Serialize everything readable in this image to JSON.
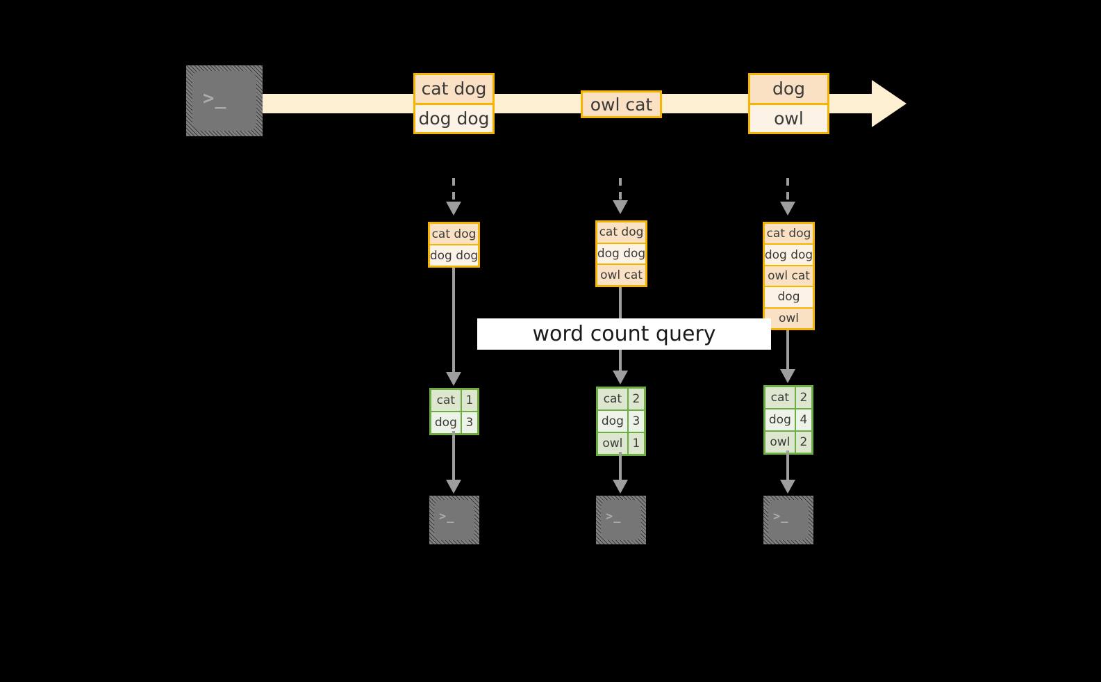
{
  "diagram": {
    "title": "word count query over a record stream",
    "colors": {
      "background": "#000000",
      "stream_fill": "#FDEFD1",
      "record_border": "#F5B400",
      "record_fill_a": "#FBE1C4",
      "record_fill_b": "#FDF2E6",
      "result_border": "#6DAE44",
      "result_fill_a": "#DDE7D0",
      "result_fill_b": "#EEF3E9",
      "arrow": "#9E9E9E",
      "terminal_body": "#767676",
      "label_background": "#FFFFFF",
      "text": "#3A3A3A"
    }
  },
  "source": {
    "icon": "terminal-icon",
    "glyph": ">_"
  },
  "stream": {
    "records": [
      {
        "id": "record-group-1",
        "lines": [
          "cat dog",
          "dog dog"
        ]
      },
      {
        "id": "record-group-2",
        "lines": [
          "owl cat"
        ]
      },
      {
        "id": "record-group-3",
        "lines": [
          "dog",
          "owl"
        ]
      }
    ]
  },
  "query": {
    "label": "word count query"
  },
  "snapshots": [
    {
      "id": "snapshot-1",
      "input_lines": [
        "cat dog",
        "dog dog"
      ],
      "result": {
        "rows": [
          {
            "word": "cat",
            "count": "1"
          },
          {
            "word": "dog",
            "count": "3"
          }
        ]
      },
      "sink": {
        "icon": "terminal-icon",
        "glyph": ">_"
      }
    },
    {
      "id": "snapshot-2",
      "input_lines": [
        "cat dog",
        "dog dog",
        "owl cat"
      ],
      "result": {
        "rows": [
          {
            "word": "cat",
            "count": "2"
          },
          {
            "word": "dog",
            "count": "3"
          },
          {
            "word": "owl",
            "count": "1"
          }
        ]
      },
      "sink": {
        "icon": "terminal-icon",
        "glyph": ">_"
      }
    },
    {
      "id": "snapshot-3",
      "input_lines": [
        "cat dog",
        "dog dog",
        "owl cat",
        "dog",
        "owl"
      ],
      "result": {
        "rows": [
          {
            "word": "cat",
            "count": "2"
          },
          {
            "word": "dog",
            "count": "4"
          },
          {
            "word": "owl",
            "count": "2"
          }
        ]
      },
      "sink": {
        "icon": "terminal-icon",
        "glyph": ">_"
      }
    }
  ]
}
